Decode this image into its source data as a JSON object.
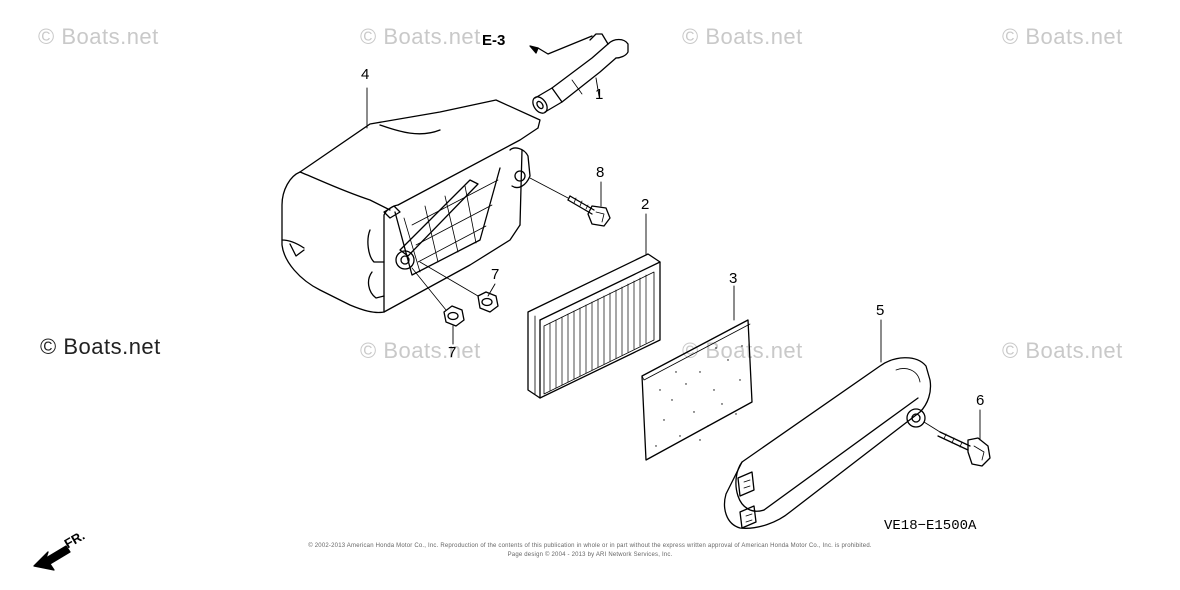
{
  "watermarks": [
    "© Boats.net",
    "© Boats.net",
    "© Boats.net",
    "© Boats.net",
    "© Boats.net",
    "© Boats.net",
    "© Boats.net",
    "© Boats.net"
  ],
  "watermark_dark": "© Boats.net",
  "reference": "E-3",
  "callouts": {
    "c1": "1",
    "c2": "2",
    "c3": "3",
    "c4": "4",
    "c5": "5",
    "c6": "6",
    "c7a": "7",
    "c7b": "7",
    "c8": "8"
  },
  "diagram_code": "VE18−E1500A",
  "direction_label": "FR.",
  "copyright": {
    "line1": "© 2002-2013 American Honda Motor Co., Inc. Reproduction of the contents of this publication in whole or in part without the express written approval of American Honda Motor Co., Inc. is prohibited.",
    "line2": "Page design © 2004 - 2013 by ARI Network Services, Inc."
  },
  "colors": {
    "line": "#000000",
    "watermark": "#c9c9c9"
  }
}
